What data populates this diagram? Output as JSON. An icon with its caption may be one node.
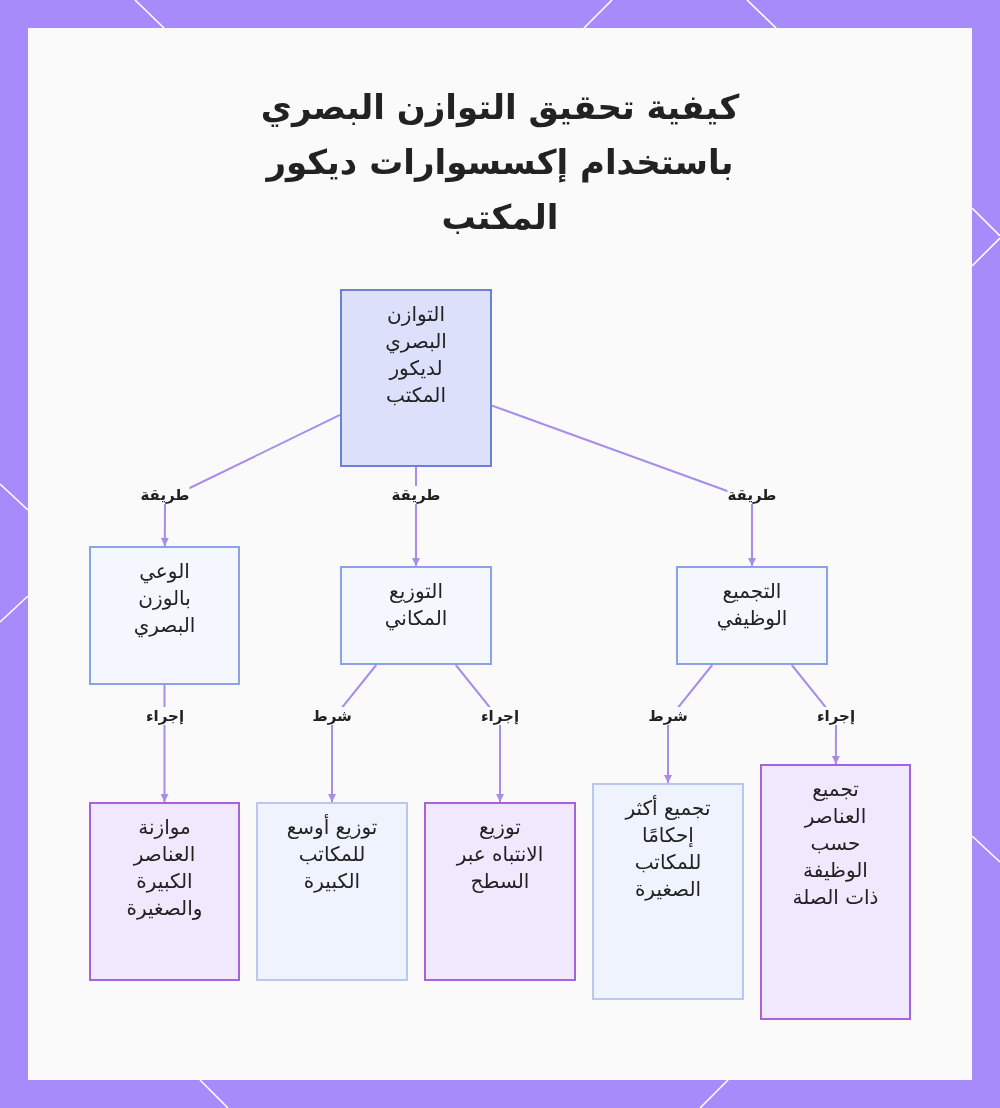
{
  "diagram": {
    "title": "كيفية تحقيق التوازن البصري باستخدام إكسسوارات ديكور المكتب",
    "nodes": [
      {
        "text": [
          "التوازن البصري لديكور المكتب"
        ]
      },
      {
        "text": [
          "الوعي بالوزن البصري"
        ]
      },
      {
        "text": [
          "التوزيع المكاني"
        ]
      },
      {
        "text": [
          "التجميع الوظيفي"
        ]
      },
      {
        "text": [
          "موازنة العناصر الكبيرة والصغيرة"
        ]
      },
      {
        "text": [
          "توزيع أوسع للمكاتب الكبيرة"
        ]
      },
      {
        "text": [
          "توزيع الانتباه عبر السطح"
        ]
      },
      {
        "text": [
          "تجميع أكثر إحكامًا للمكاتب الصغيرة"
        ]
      },
      {
        "text": [
          "تجميع العناصر حسب الوظيفة ذات الصلة"
        ]
      }
    ],
    "edges": [
      {
        "from": 0,
        "to": 1,
        "arrow": "to",
        "label": "طريقة"
      },
      {
        "from": 0,
        "to": 2,
        "arrow": "to",
        "label": "طريقة"
      },
      {
        "from": 0,
        "to": 3,
        "arrow": "to",
        "label": "طريقة"
      },
      {
        "from": 1,
        "to": 4,
        "arrow": "to",
        "label": "إجراء"
      },
      {
        "from": 2,
        "to": 5,
        "arrow": "to",
        "label": "شرط"
      },
      {
        "from": 2,
        "to": 6,
        "arrow": "to",
        "label": "إجراء"
      },
      {
        "from": 3,
        "to": 7,
        "arrow": "to",
        "label": "شرط"
      },
      {
        "from": 3,
        "to": 8,
        "arrow": "to",
        "label": "إجراء"
      }
    ]
  }
}
